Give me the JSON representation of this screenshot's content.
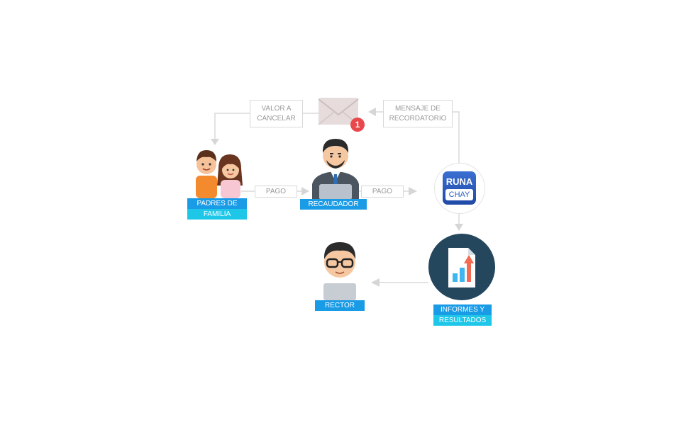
{
  "labels": {
    "valor_a_cancelar": [
      "VALOR A",
      "CANCELAR"
    ],
    "mensaje_recordatorio": [
      "MENSAJE DE",
      "RECORDATORIO"
    ],
    "pago_1": "PAGO",
    "pago_2": "PAGO"
  },
  "nodes": {
    "padres": [
      "PADRES DE",
      "FAMILIA"
    ],
    "recaudador": "RECAUDADOR",
    "rector": "RECTOR",
    "informes": [
      "INFORMES Y",
      "RESULTADOS"
    ]
  },
  "logo": {
    "line1": "RUNA",
    "line2": "CHAY"
  },
  "notification": {
    "count": "1"
  },
  "colors": {
    "badge_top": "#1a9be6",
    "badge_bottom": "#1ec7e8",
    "connector": "#d6d6d6",
    "report_circle": "#24475e",
    "notification": "#e8474c"
  }
}
